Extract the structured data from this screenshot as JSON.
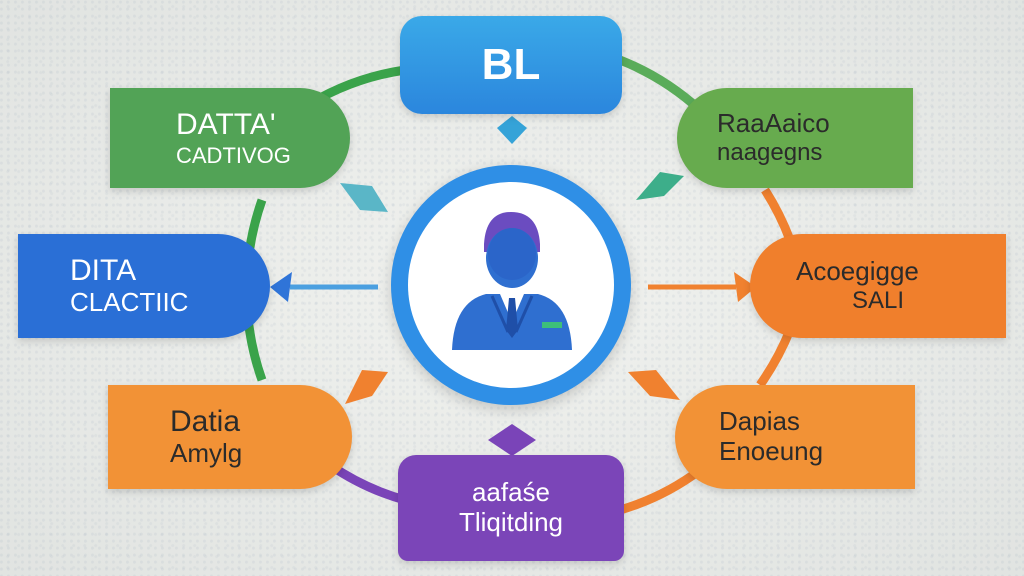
{
  "colors": {
    "blue": "#2f8fe6",
    "blue_dark": "#2563c9",
    "green": "#5aac5a",
    "orange": "#f0812f",
    "purple": "#7a44b8",
    "hub_ring": "#2f8fe6"
  },
  "top": {
    "label": "BL"
  },
  "nodes": {
    "top_left": {
      "line1": "DATTA'",
      "line2": "CADTIVOG"
    },
    "mid_left": {
      "line1": "DITA",
      "line2": "CLACTIIC"
    },
    "bottom_left": {
      "line1": "Datia",
      "line2": "Amylg"
    },
    "bottom": {
      "line1": "aafaśe",
      "line2": "Tliqitding"
    },
    "top_right": {
      "line1": "RaaAaico",
      "line2": "naagegns"
    },
    "mid_right": {
      "line1": "Acoegigge",
      "line2": "SALI"
    },
    "bottom_right": {
      "line1": "Dapias",
      "line2": "Enoeung"
    }
  },
  "hub": {
    "icon": "businessman-icon"
  }
}
